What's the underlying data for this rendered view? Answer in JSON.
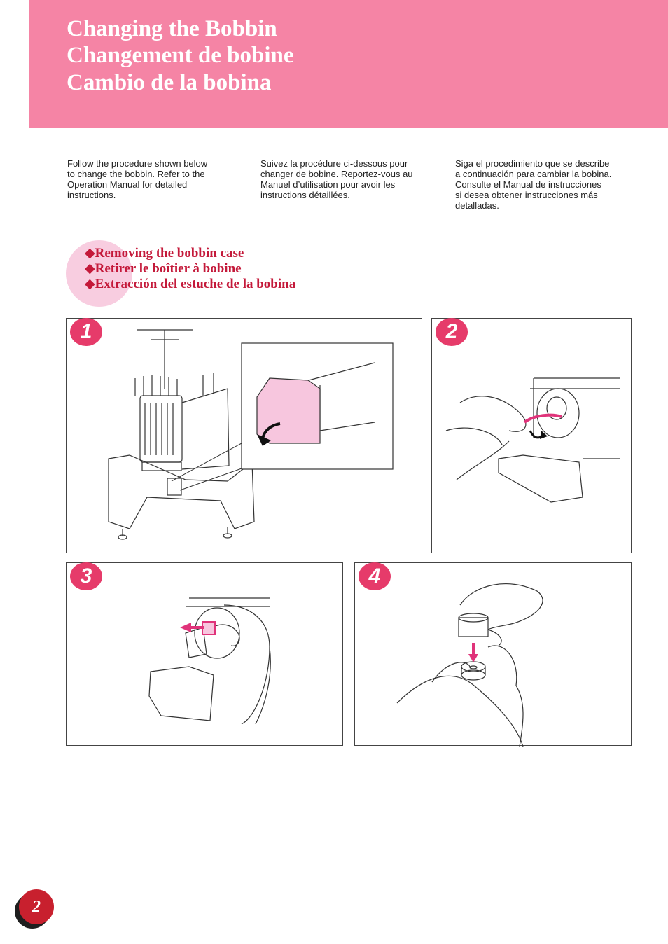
{
  "header": {
    "title_lines": [
      "Changing the Bobbin",
      "Changement de bobine",
      "Cambio de la bobina"
    ]
  },
  "intro": {
    "english": [
      "Follow the procedure shown below",
      "to change the bobbin. Refer to the",
      "Operation Manual for detailed",
      "instructions."
    ],
    "french": [
      "Suivez la procédure ci-dessous pour",
      "changer de bobine. Reportez-vous au",
      "Manuel d’utilisation pour avoir les",
      "instructions détaillées."
    ],
    "spanish": [
      "Siga el procedimiento que se describe",
      "a continuación para cambiar la bobina.",
      "Consulte el Manual de instrucciones",
      "si desea obtener instrucciones más",
      "detalladas."
    ]
  },
  "section": {
    "headings": [
      "◆Removing the bobbin case",
      "◆Retirer le boîtier à bobine",
      "◆Extracción del estuche de la bobina"
    ]
  },
  "steps": [
    {
      "number": "1",
      "illustration": "embroidery-machine-open-cover"
    },
    {
      "number": "2",
      "illustration": "open-bobbin-case-latch"
    },
    {
      "number": "3",
      "illustration": "pull-out-bobbin-case"
    },
    {
      "number": "4",
      "illustration": "insert-bobbin-into-case"
    }
  ],
  "footer": {
    "page_number": "2"
  },
  "colors": {
    "header_band": "#f584a5",
    "heading_red": "#c4193a",
    "badge_pink": "#e63b6a",
    "highlight_pink": "#f7c6de",
    "page_badge": "#c8202e"
  }
}
